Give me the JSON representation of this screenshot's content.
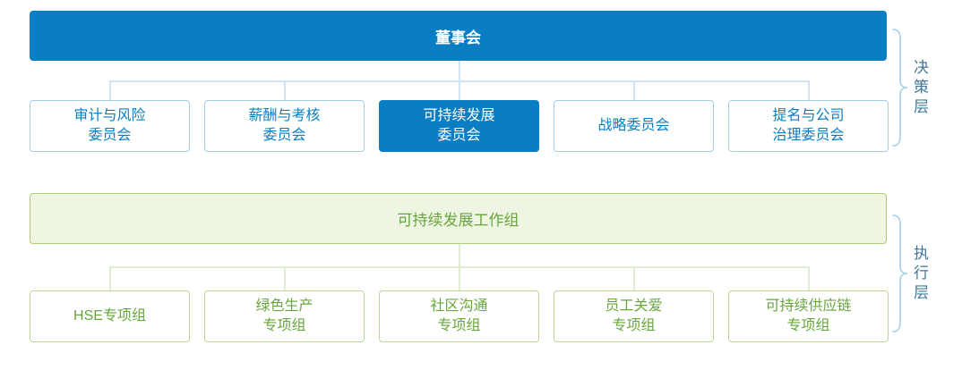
{
  "root": {
    "label": "董事会"
  },
  "committees": [
    {
      "line1": "审计与风险",
      "line2": "委员会"
    },
    {
      "line1": "薪酬与考核",
      "line2": "委员会"
    },
    {
      "line1": "可持续发展",
      "line2": "委员会",
      "active": true
    },
    {
      "line1": "战略委员会",
      "line2": ""
    },
    {
      "line1": "提名与公司",
      "line2": "治理委员会"
    }
  ],
  "workgroup": {
    "label": "可持续发展工作组"
  },
  "teams": [
    {
      "line1": "HSE专项组",
      "line2": ""
    },
    {
      "line1": "绿色生产",
      "line2": "专项组"
    },
    {
      "line1": "社区沟通",
      "line2": "专项组"
    },
    {
      "line1": "员工关爱",
      "line2": "专项组"
    },
    {
      "line1": "可持续供应链",
      "line2": "专项组"
    }
  ],
  "layers": {
    "decision": "决策层",
    "execution": "执行层"
  },
  "colors": {
    "primary_blue": "#0b7ec3",
    "light_blue_border": "#a6cde8",
    "green_text": "#67a63c",
    "green_fill": "#eef5e2",
    "green_border": "#aecd7c",
    "connector_blue": "#d3e4f0",
    "connector_green": "#e0ecd1",
    "layer_label_color": "#41789a"
  }
}
